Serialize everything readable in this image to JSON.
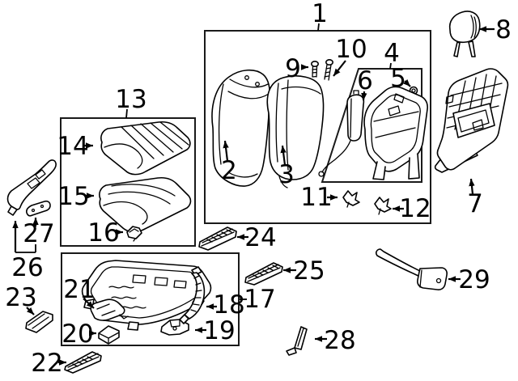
{
  "diagram": {
    "background_color": "#ffffff",
    "line_color": "#000000",
    "callouts": {
      "c1": "1",
      "c2": "2",
      "c3": "3",
      "c4": "4",
      "c5": "5",
      "c6": "6",
      "c7": "7",
      "c8": "8",
      "c9": "9",
      "c10": "10",
      "c11": "11",
      "c12": "12",
      "c13": "13",
      "c14": "14",
      "c15": "15",
      "c16": "16",
      "c17": "17",
      "c18": "18",
      "c19": "19",
      "c20": "20",
      "c21": "21",
      "c22": "22",
      "c23": "23",
      "c24": "24",
      "c25": "25",
      "c26": "26",
      "c27": "27",
      "c28": "28",
      "c29": "29"
    }
  }
}
